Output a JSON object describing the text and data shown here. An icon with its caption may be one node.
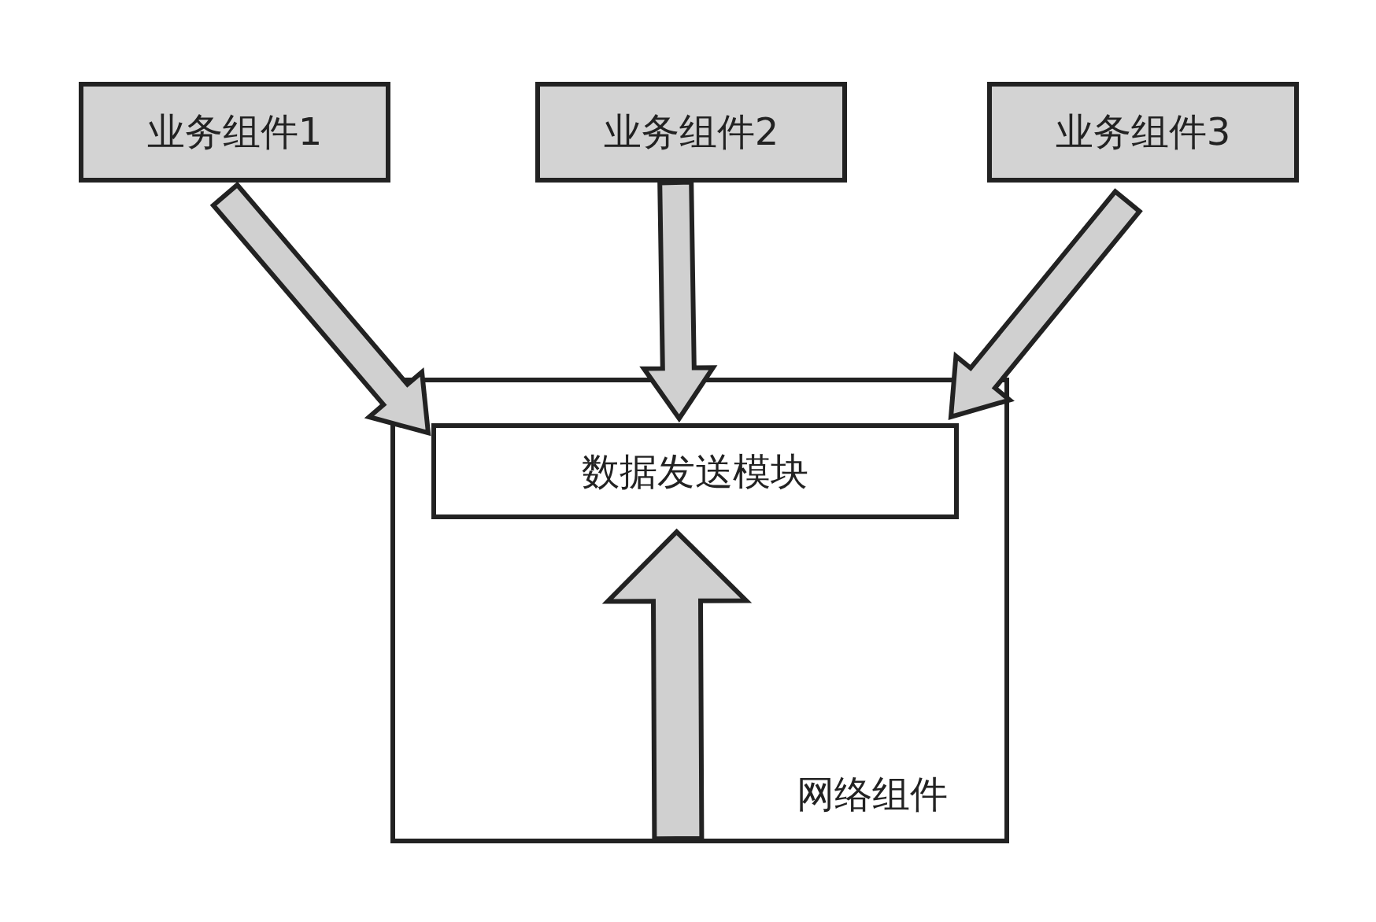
{
  "diagram": {
    "nodes": [
      {
        "text": [
          "业务组件1"
        ]
      },
      {
        "text": [
          "业务组件2"
        ]
      },
      {
        "text": [
          "业务组件3"
        ]
      },
      {
        "text": [
          "网络组件"
        ]
      },
      {
        "text": [
          "数据发送模块"
        ],
        "in": 3
      }
    ],
    "edges": [
      {
        "from": 0,
        "to": 4,
        "arrow": "to"
      },
      {
        "from": 1,
        "to": 4,
        "arrow": "to"
      },
      {
        "from": 2,
        "to": 4,
        "arrow": "to"
      },
      {
        "from": 3,
        "to": 4,
        "arrow": "to",
        "style": "thick"
      }
    ]
  }
}
